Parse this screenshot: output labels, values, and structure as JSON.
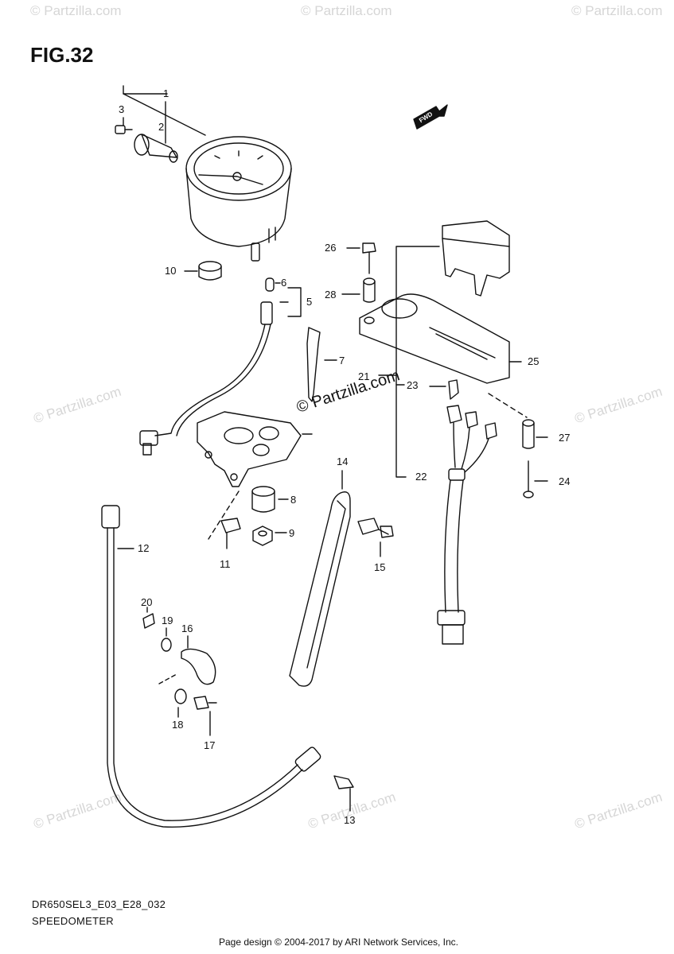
{
  "figure": {
    "title": "FIG.32"
  },
  "watermark": {
    "text": "© Partzilla.com",
    "center_text": "© Partzilla.com"
  },
  "fwd_badge": {
    "text": "FWD"
  },
  "callouts": [
    "1",
    "2",
    "3",
    "5",
    "6",
    "7",
    "8",
    "9",
    "10",
    "11",
    "12",
    "13",
    "14",
    "15",
    "16",
    "17",
    "18",
    "19",
    "20",
    "21",
    "22",
    "24",
    "25",
    "26",
    "27",
    "28",
    "23"
  ],
  "footer": {
    "code": "DR650SEL3_E03_E28_032",
    "name": "SPEEDOMETER",
    "credit": "Page design © 2004-2017 by ARI Network Services, Inc."
  }
}
